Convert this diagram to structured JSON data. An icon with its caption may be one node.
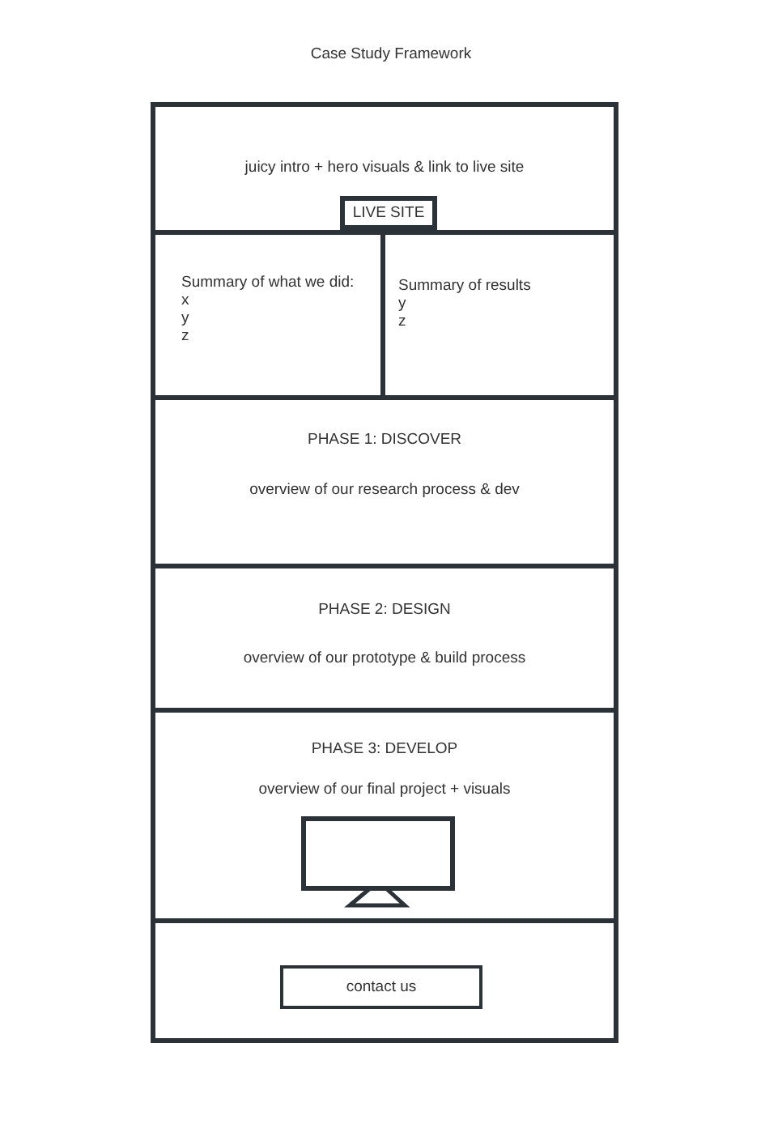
{
  "diagram": {
    "title": "Case Study Framework",
    "nodes": [
      {
        "text": [
          "juicy intro + hero visuals & link to live site"
        ]
      },
      {
        "text": [
          "LIVE SITE"
        ],
        "in": 0
      },
      {
        "text": [
          "Summary of what we did:",
          "x",
          "y",
          "z"
        ]
      },
      {
        "text": [
          "Summary of results",
          "y",
          "z"
        ]
      },
      {
        "text": [
          "PHASE 1: DISCOVER",
          "overview of our research process & dev"
        ]
      },
      {
        "text": [
          "PHASE 2: DESIGN",
          "overview of our prototype & build process"
        ]
      },
      {
        "text": [
          "PHASE 3: DEVELOP",
          "overview of our final project + visuals"
        ]
      },
      {
        "text": [],
        "shape": "box"
      },
      {
        "text": [
          "contact us"
        ],
        "in": 7
      }
    ],
    "edges": []
  }
}
